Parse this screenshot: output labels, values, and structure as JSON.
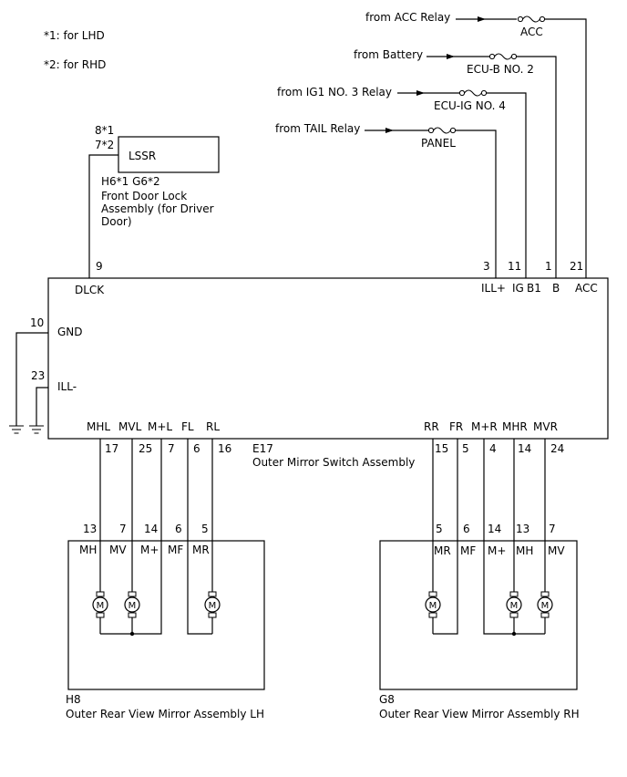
{
  "notes": {
    "lhd": "*1: for LHD",
    "rhd": "*2: for RHD"
  },
  "sources": {
    "acc_relay": "from ACC Relay",
    "battery": "from Battery",
    "ig1_relay": "from IG1 NO. 3 Relay",
    "tail_relay": "from TAIL Relay"
  },
  "fuses": {
    "acc": "ACC",
    "ecu_b": "ECU-B NO. 2",
    "ecu_ig": "ECU-IG NO. 4",
    "panel": "PANEL"
  },
  "lssr": {
    "pin_lhd": "8*1",
    "pin_rhd": "7*2",
    "label": "LSSR",
    "code": "H6*1   G6*2",
    "name_line1": "Front Door Lock",
    "name_line2": "Assembly (for Driver",
    "name_line3": "Door)"
  },
  "switch": {
    "code": "E17",
    "name": "Outer Mirror Switch Assembly",
    "top_pins": [
      {
        "pin": "9",
        "term": "DLCK"
      },
      {
        "pin": "3",
        "term": "ILL+"
      },
      {
        "pin": "11",
        "term": "IG"
      },
      {
        "pin": "1",
        "term": "B1"
      },
      {
        "pin": "21",
        "term": "B"
      },
      {
        "pin": "",
        "term": "ACC"
      }
    ],
    "gnd": {
      "pin": "10",
      "term": "GND"
    },
    "ill_minus": {
      "pin": "23",
      "term": "ILL-"
    },
    "bottom_left": [
      {
        "term": "MHL",
        "pin": "17"
      },
      {
        "term": "MVL",
        "pin": "25"
      },
      {
        "term": "M+L",
        "pin": "7"
      },
      {
        "term": "FL",
        "pin": "6"
      },
      {
        "term": "RL",
        "pin": "16"
      }
    ],
    "bottom_right": [
      {
        "term": "RR",
        "pin": "15"
      },
      {
        "term": "FR",
        "pin": "5"
      },
      {
        "term": "M+R",
        "pin": "4"
      },
      {
        "term": "MHR",
        "pin": "14"
      },
      {
        "term": "MVR",
        "pin": "24"
      }
    ]
  },
  "mirror_lh": {
    "code": "H8",
    "name": "Outer Rear View Mirror Assembly LH",
    "pins": [
      {
        "pin": "13",
        "term": "MH"
      },
      {
        "pin": "7",
        "term": "MV"
      },
      {
        "pin": "14",
        "term": "M+"
      },
      {
        "pin": "6",
        "term": "MF"
      },
      {
        "pin": "5",
        "term": "MR"
      }
    ]
  },
  "mirror_rh": {
    "code": "G8",
    "name": "Outer Rear View Mirror Assembly RH",
    "pins": [
      {
        "pin": "5",
        "term": "MR"
      },
      {
        "pin": "6",
        "term": "MF"
      },
      {
        "pin": "14",
        "term": "M+"
      },
      {
        "pin": "13",
        "term": "MH"
      },
      {
        "pin": "7",
        "term": "MV"
      }
    ]
  },
  "motor_symbol": "M"
}
